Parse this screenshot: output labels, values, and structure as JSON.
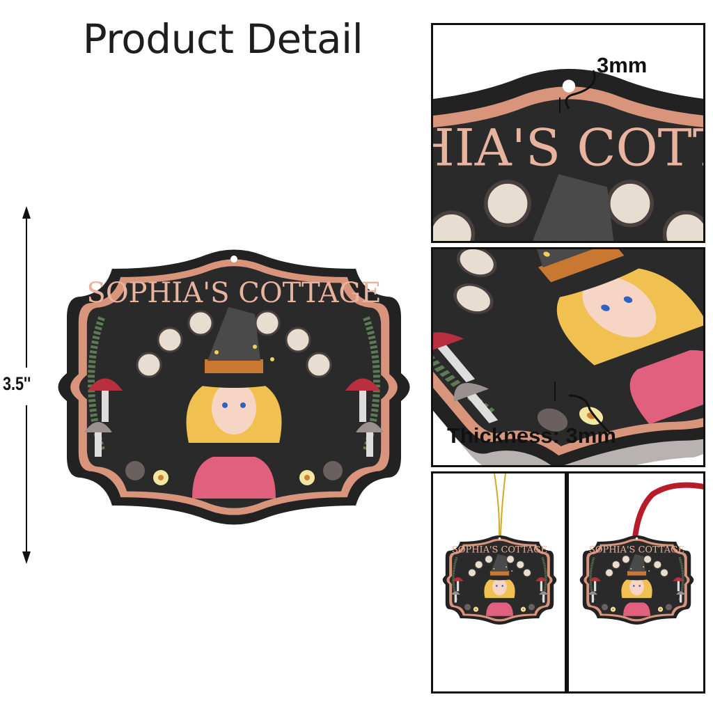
{
  "header": {
    "title": "Product Detail"
  },
  "dimension": {
    "height_label": "3.5''"
  },
  "ornament": {
    "text": "SOPHIA'S COTTAGE",
    "colors": {
      "body": "#2b2a2b",
      "border": "#d9957c",
      "text": "#e8b4a0",
      "hair": "#f0c050",
      "dress": "#e0607e",
      "hat_band": "#c87830"
    }
  },
  "details": {
    "hole_label": "3mm",
    "thickness_label": "Thickness: 3mm"
  },
  "hanging_options": [
    {
      "name": "gold-string",
      "color": "#d4a820"
    },
    {
      "name": "red-ribbon",
      "color": "#b81c28"
    }
  ]
}
